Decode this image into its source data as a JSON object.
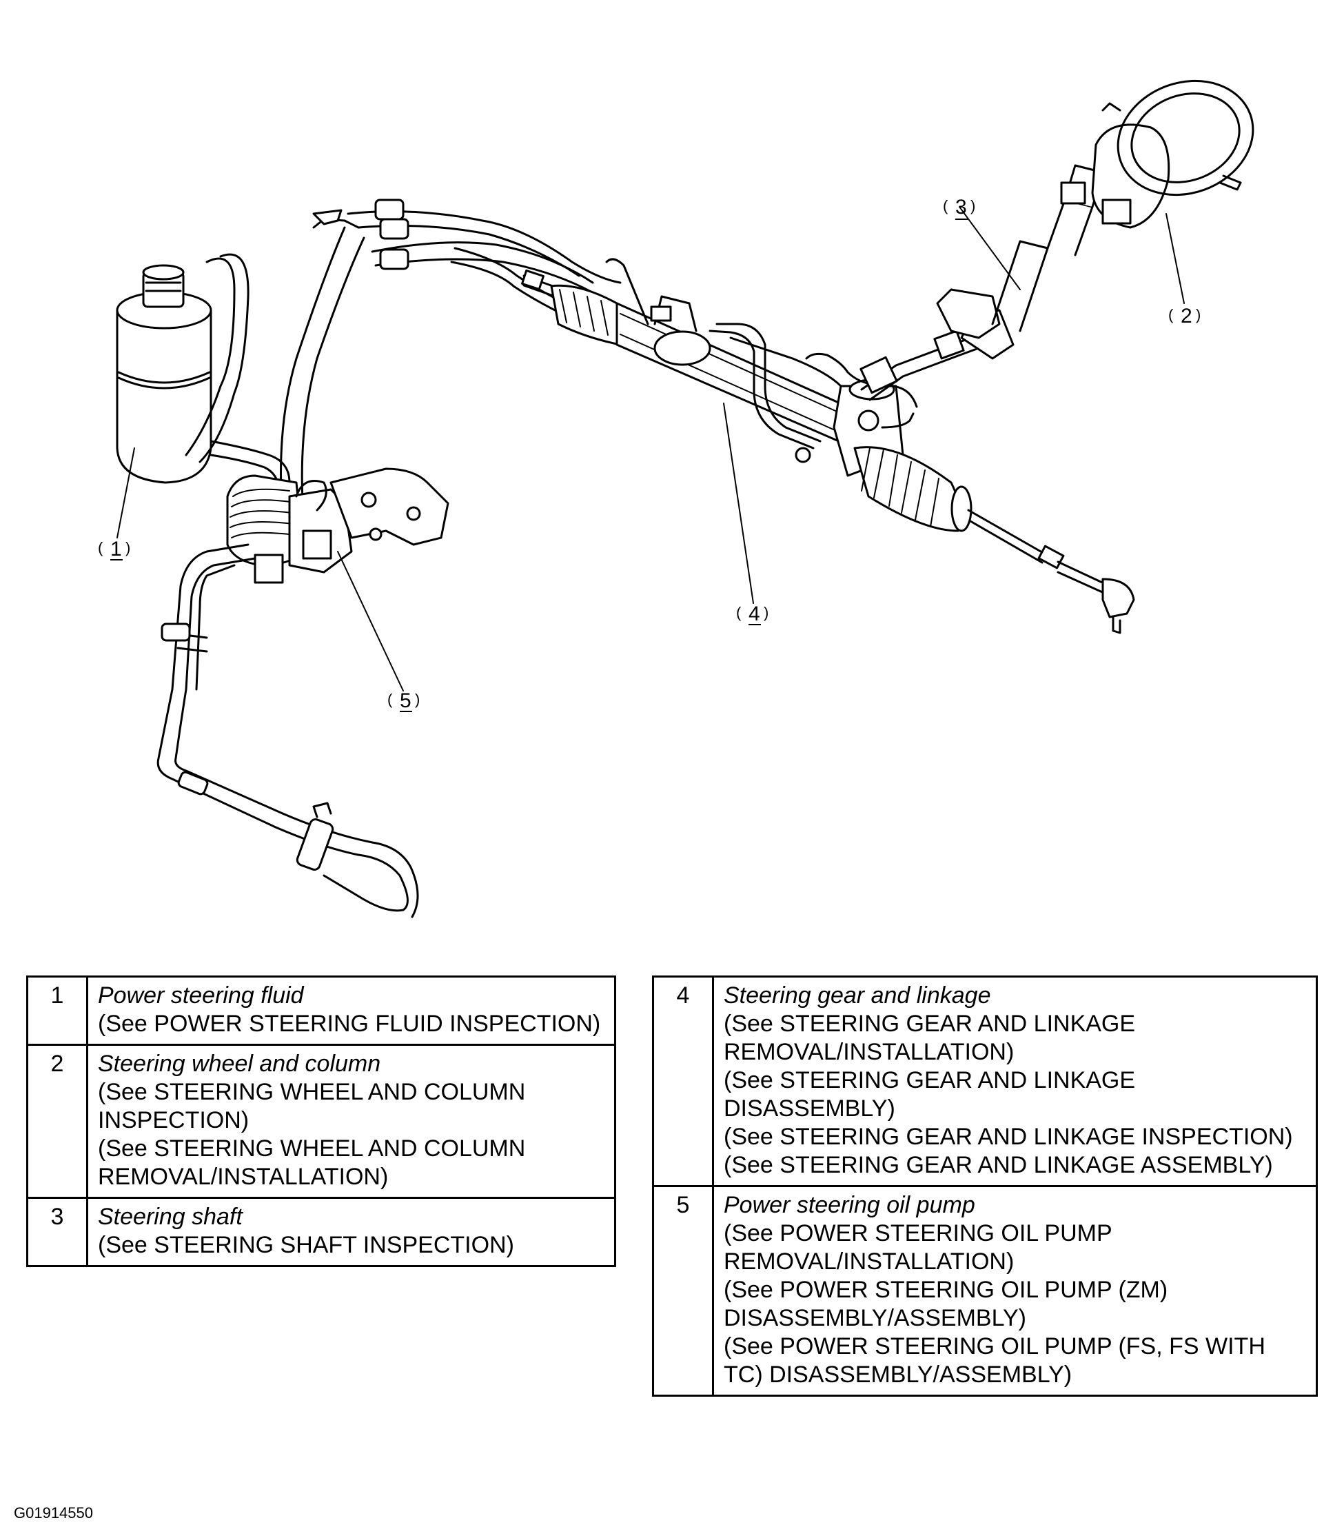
{
  "callouts": [
    "1",
    "2",
    "3",
    "4",
    "5"
  ],
  "legend": {
    "left": [
      {
        "num": "1",
        "name": "Power steering fluid",
        "refs": [
          "(See POWER STEERING FLUID INSPECTION)"
        ]
      },
      {
        "num": "2",
        "name": "Steering wheel and column",
        "refs": [
          "(See STEERING WHEEL AND COLUMN INSPECTION)",
          "(See STEERING WHEEL AND COLUMN REMOVAL/INSTALLATION)"
        ]
      },
      {
        "num": "3",
        "name": "Steering shaft",
        "refs": [
          "(See STEERING SHAFT INSPECTION)"
        ]
      }
    ],
    "right": [
      {
        "num": "4",
        "name": "Steering gear and linkage",
        "refs": [
          "(See STEERING GEAR AND LINKAGE REMOVAL/INSTALLATION)",
          "(See STEERING GEAR AND LINKAGE DISASSEMBLY)",
          "(See STEERING GEAR AND LINKAGE INSPECTION)",
          "(See STEERING GEAR AND LINKAGE ASSEMBLY)"
        ]
      },
      {
        "num": "5",
        "name": "Power steering oil pump",
        "refs": [
          "(See POWER STEERING OIL PUMP REMOVAL/INSTALLATION)",
          "(See POWER STEERING OIL PUMP (ZM) DISASSEMBLY/ASSEMBLY)",
          "(See POWER STEERING OIL PUMP (FS, FS WITH TC) DISASSEMBLY/ASSEMBLY)"
        ]
      }
    ]
  },
  "figure_id": "G01914550"
}
